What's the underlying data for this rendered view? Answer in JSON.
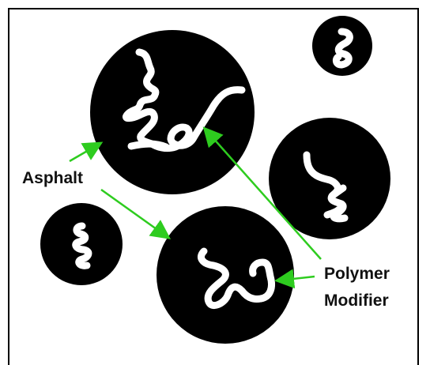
{
  "labels": {
    "asphalt": "Asphalt",
    "polymer_line1": "Polymer",
    "polymer_line2": "Modifier"
  },
  "colors": {
    "particle": "#000000",
    "polymer_strand": "#ffffff",
    "arrow": "#2ecc1f",
    "label": "#111111",
    "border": "#000000"
  }
}
